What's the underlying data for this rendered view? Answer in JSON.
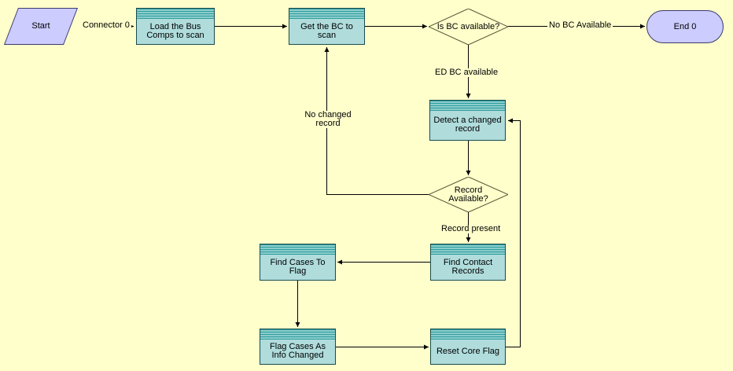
{
  "diagram": {
    "title": "Workflow process diagram",
    "colors": {
      "background": "#FFFFCC",
      "process_fill": "#B0DCDC",
      "process_stripe_dark": "#2E9E9E",
      "process_stripe_light": "#8CCCCC",
      "process_border": "#1A4D4D",
      "terminal_fill": "#CCCCFF",
      "terminal_border": "#3A3A6E",
      "decision_fill": "#FFFFCC",
      "decision_border": "#555533",
      "line": "#000000",
      "text": "#000000"
    },
    "nodes": {
      "start": {
        "label": "Start",
        "type": "start"
      },
      "load_bus_comps": {
        "label": "Load the Bus Comps to scan",
        "type": "process"
      },
      "get_bc": {
        "label": "Get the BC to scan",
        "type": "process"
      },
      "is_bc_available": {
        "label": "Is BC available?",
        "type": "decision"
      },
      "end0": {
        "label": "End 0",
        "type": "end"
      },
      "detect_changed": {
        "label": "Detect a changed record",
        "type": "process"
      },
      "record_available": {
        "label": "Record Available?",
        "type": "decision"
      },
      "find_contact": {
        "label": "Find Contact Records",
        "type": "process"
      },
      "find_cases": {
        "label": "Find Cases To Flag",
        "type": "process"
      },
      "flag_cases": {
        "label": "Flag Cases As Info Changed",
        "type": "process"
      },
      "reset_core": {
        "label": "Reset Core Flag",
        "type": "process"
      }
    },
    "connector_labels": {
      "connector0": "Connector 0",
      "no_bc_available": "No BC Available",
      "ed_bc_available": "ED BC available",
      "no_changed_record": "No changed record",
      "record_present": "Record present"
    }
  }
}
